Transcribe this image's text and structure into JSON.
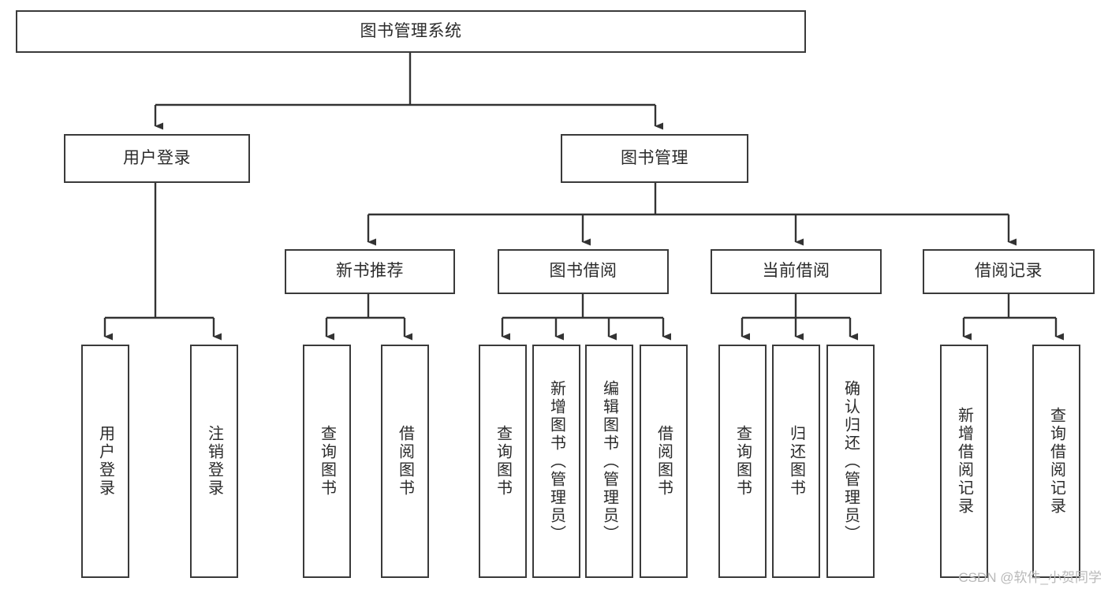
{
  "diagram": {
    "title": "图书管理系统",
    "type": "tree",
    "orientation": "top-down",
    "colors": {
      "node_border": "#3a3a3a",
      "node_fill": "#ffffff",
      "edge": "#333333",
      "text": "#2b2b2b",
      "watermark": "#b9b9b9",
      "background": "#ffffff"
    },
    "watermark": "CSDN @软件_小贺同学"
  },
  "nodes": {
    "root": {
      "label": "图书管理系统"
    },
    "level2": [
      {
        "id": "user-login",
        "label": "用户登录"
      },
      {
        "id": "book-manage",
        "label": "图书管理"
      }
    ],
    "level3": [
      {
        "id": "new-book-recommend",
        "label": "新书推荐"
      },
      {
        "id": "book-borrow",
        "label": "图书借阅"
      },
      {
        "id": "current-borrow",
        "label": "当前借阅"
      },
      {
        "id": "borrow-record",
        "label": "借阅记录"
      }
    ],
    "leaves": [
      {
        "id": "leaf-user-login",
        "label": "用户登录"
      },
      {
        "id": "leaf-logout-login",
        "label": "注销登录"
      },
      {
        "id": "leaf-query-book-1",
        "label": "查询图书"
      },
      {
        "id": "leaf-borrow-book-1",
        "label": "借阅图书"
      },
      {
        "id": "leaf-query-book-2",
        "label": "查询图书"
      },
      {
        "id": "leaf-add-book",
        "label": "新增图书（管理员）"
      },
      {
        "id": "leaf-edit-book",
        "label": "编辑图书（管理员）"
      },
      {
        "id": "leaf-borrow-book-2",
        "label": "借阅图书"
      },
      {
        "id": "leaf-query-book-3",
        "label": "查询图书"
      },
      {
        "id": "leaf-return-book",
        "label": "归还图书"
      },
      {
        "id": "leaf-confirm-return",
        "label": "确认归还（管理员）"
      },
      {
        "id": "leaf-add-record",
        "label": "新增借阅记录"
      },
      {
        "id": "leaf-query-record",
        "label": "查询借阅记录"
      }
    ]
  },
  "edges": [
    {
      "from": "图书管理系统",
      "to": "用户登录"
    },
    {
      "from": "图书管理系统",
      "to": "图书管理"
    },
    {
      "from": "用户登录",
      "to": "用户登录"
    },
    {
      "from": "用户登录",
      "to": "注销登录"
    },
    {
      "from": "图书管理",
      "to": "新书推荐"
    },
    {
      "from": "图书管理",
      "to": "图书借阅"
    },
    {
      "from": "图书管理",
      "to": "当前借阅"
    },
    {
      "from": "图书管理",
      "to": "借阅记录"
    },
    {
      "from": "新书推荐",
      "to": "查询图书"
    },
    {
      "from": "新书推荐",
      "to": "借阅图书"
    },
    {
      "from": "图书借阅",
      "to": "查询图书"
    },
    {
      "from": "图书借阅",
      "to": "新增图书（管理员）"
    },
    {
      "from": "图书借阅",
      "to": "编辑图书（管理员）"
    },
    {
      "from": "图书借阅",
      "to": "借阅图书"
    },
    {
      "from": "当前借阅",
      "to": "查询图书"
    },
    {
      "from": "当前借阅",
      "to": "归还图书"
    },
    {
      "from": "当前借阅",
      "to": "确认归还（管理员）"
    },
    {
      "from": "借阅记录",
      "to": "新增借阅记录"
    },
    {
      "from": "借阅记录",
      "to": "查询借阅记录"
    }
  ]
}
